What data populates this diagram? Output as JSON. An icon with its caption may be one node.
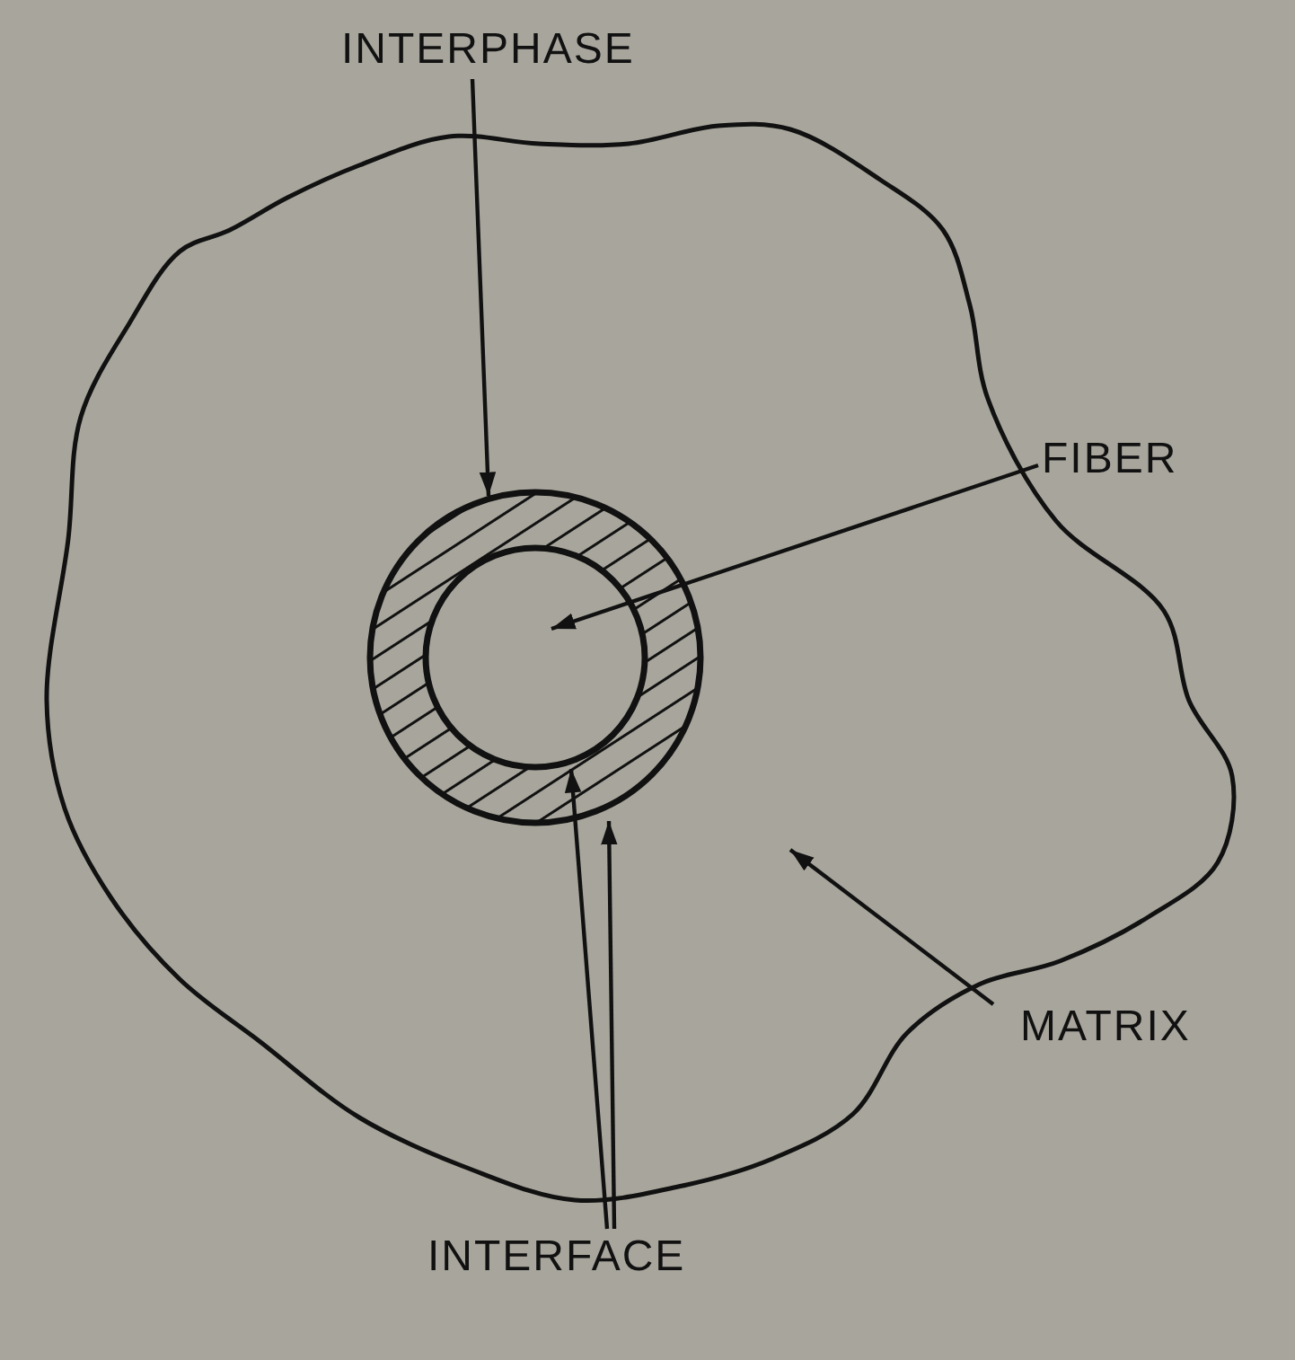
{
  "diagram": {
    "nodes": [
      {
        "text": [
          "INTERPHASE"
        ]
      },
      {
        "text": [
          "FIBER"
        ]
      },
      {
        "text": [
          "MATRIX"
        ]
      },
      {
        "text": [
          "INTERFACE"
        ]
      },
      {
        "text": [],
        "shape": "cloud"
      },
      {
        "text": [],
        "shape": "circle",
        "in": 4
      },
      {
        "text": [],
        "shape": "circle",
        "in": 5
      }
    ],
    "edges": [
      {
        "from": 0,
        "to": 5,
        "arrow": "to"
      },
      {
        "from": 1,
        "to": 6,
        "arrow": "to"
      },
      {
        "from": 2,
        "to": 4,
        "arrow": "to"
      },
      {
        "from": 3,
        "to": 6,
        "arrow": "to"
      },
      {
        "from": 3,
        "to": 5,
        "arrow": "to"
      }
    ]
  }
}
